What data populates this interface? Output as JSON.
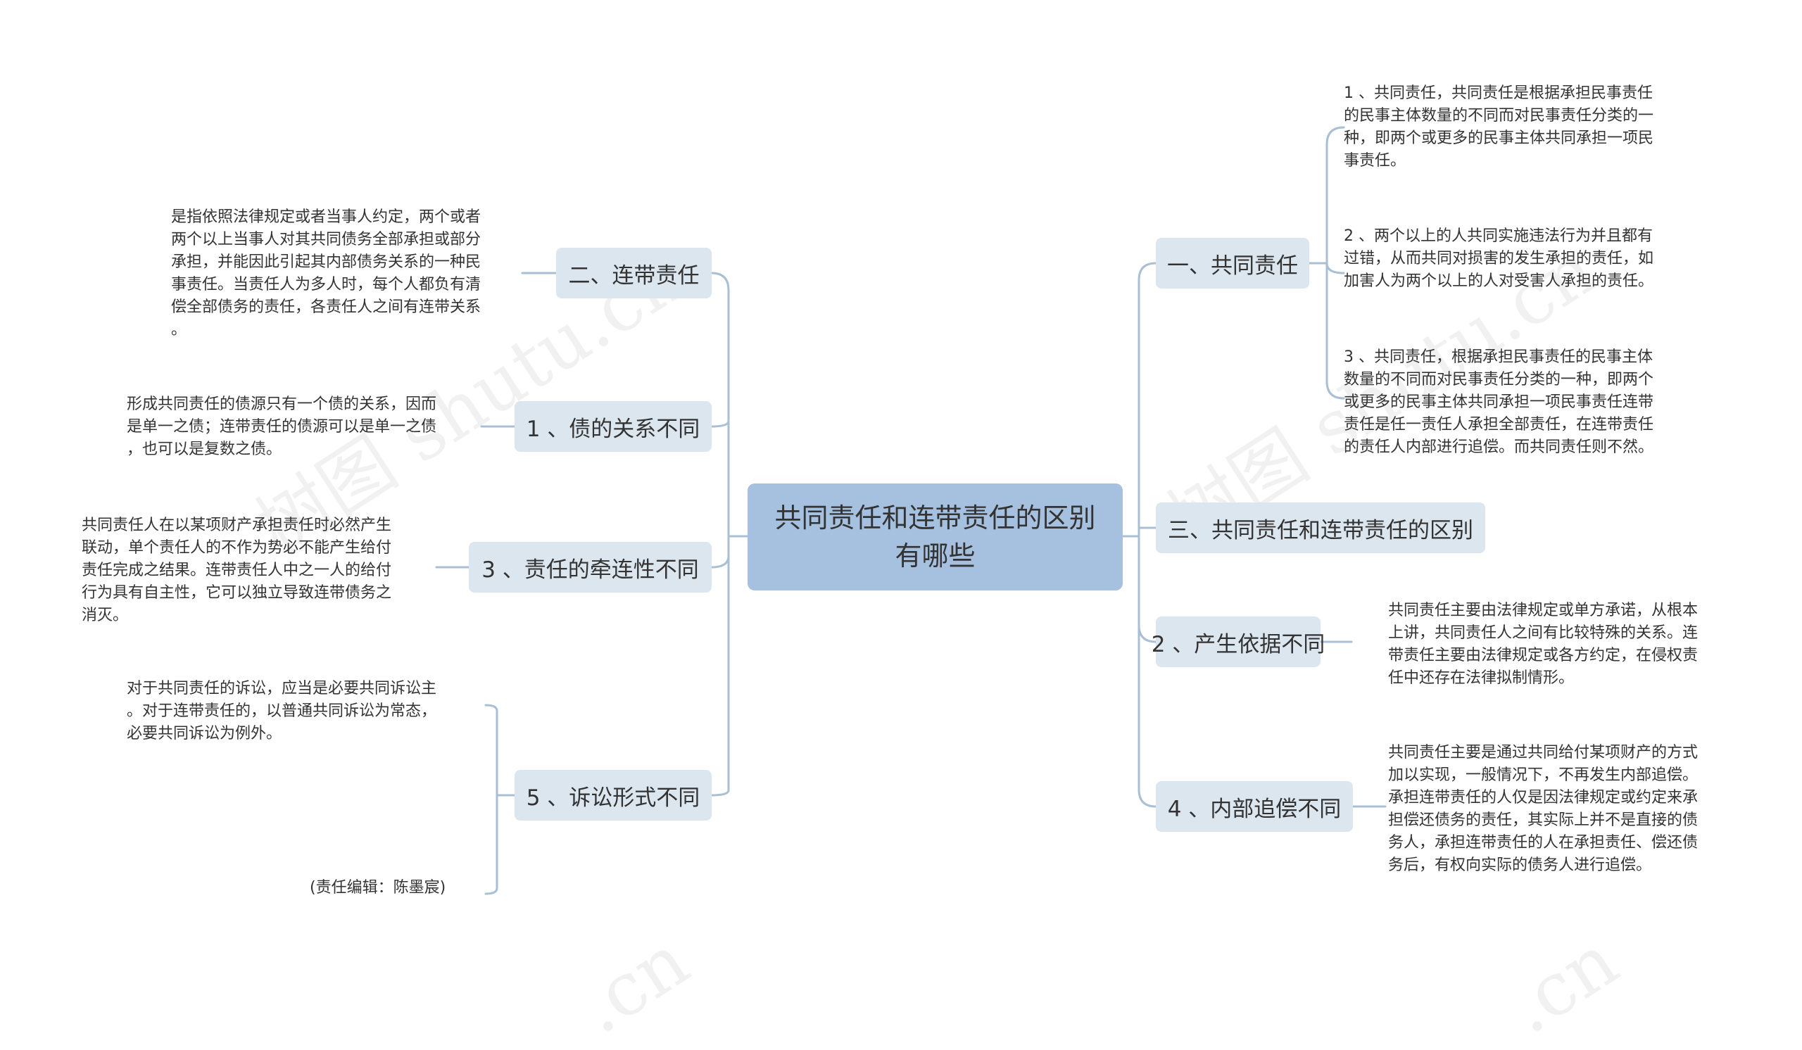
{
  "colors": {
    "line": "#a9bfd3",
    "root_bg": "#a6c1df",
    "branch_bg": "#dce6ef",
    "text": "#333333"
  },
  "root": {
    "label": "共同责任和连带责任的区别有哪些"
  },
  "left": {
    "b1": {
      "label": "二、连带责任",
      "text": "是指依照法律规定或者当事人约定，两个或者\n两个以上当事人对其共同债务全部承担或部分\n承担，并能因此引起其内部债务关系的一种民\n事责任。当责任人为多人时，每个人都负有清\n偿全部债务的责任，各责任人之间有连带关系\n。"
    },
    "b2": {
      "label": "1 、债的关系不同",
      "text": "形成共同责任的债源只有一个债的关系，因而\n是单一之债；连带责任的债源可以是单一之债\n，也可以是复数之债。"
    },
    "b3": {
      "label": "3 、责任的牵连性不同",
      "text": "共同责任人在以某项财产承担责任时必然产生\n联动，单个责任人的不作为势必不能产生给付\n责任完成之结果。连带责任人中之一人的给付\n行为具有自主性，它可以独立导致连带债务之\n消灭。"
    },
    "b4": {
      "label": "5 、诉讼形式不同",
      "text": "对于共同责任的诉讼，应当是必要共同诉讼主\n。对于连带责任的，以普通共同诉讼为常态，\n必要共同诉讼为例外。",
      "editor": "(责任编辑：陈墨宸)"
    }
  },
  "right": {
    "b1": {
      "label": "一、共同责任",
      "items": [
        "1 、共同责任，共同责任是根据承担民事责任\n的民事主体数量的不同而对民事责任分类的一\n种，即两个或更多的民事主体共同承担一项民\n事责任。",
        "2 、两个以上的人共同实施违法行为并且都有\n过错，从而共同对损害的发生承担的责任，如\n加害人为两个以上的人对受害人承担的责任。",
        "3 、共同责任，根据承担民事责任的民事主体\n数量的不同而对民事责任分类的一种，即两个\n或更多的民事主体共同承担一项民事责任连带\n责任是任一责任人承担全部责任，在连带责任\n的责任人内部进行追偿。而共同责任则不然。"
      ]
    },
    "b2": {
      "label": "三、共同责任和连带责任的区别"
    },
    "b3": {
      "label": "2 、产生依据不同",
      "text": "共同责任主要由法律规定或单方承诺，从根本\n上讲，共同责任人之间有比较特殊的关系。连\n带责任主要由法律规定或各方约定，在侵权责\n任中还存在法律拟制情形。"
    },
    "b4": {
      "label": "4 、内部追偿不同",
      "text": "共同责任主要是通过共同给付某项财产的方式\n加以实现，一般情况下，不再发生内部追偿。\n承担连带责任的人仅是因法律规定或约定来承\n担偿还债务的责任，其实际上并不是直接的债\n务人，承担连带责任的人在承担责任、偿还债\n务后，有权向实际的债务人进行追偿。"
    }
  },
  "watermarks": [
    "树图 shutu.cn",
    "树图 shutu.cn",
    ".cn",
    ".cn"
  ]
}
